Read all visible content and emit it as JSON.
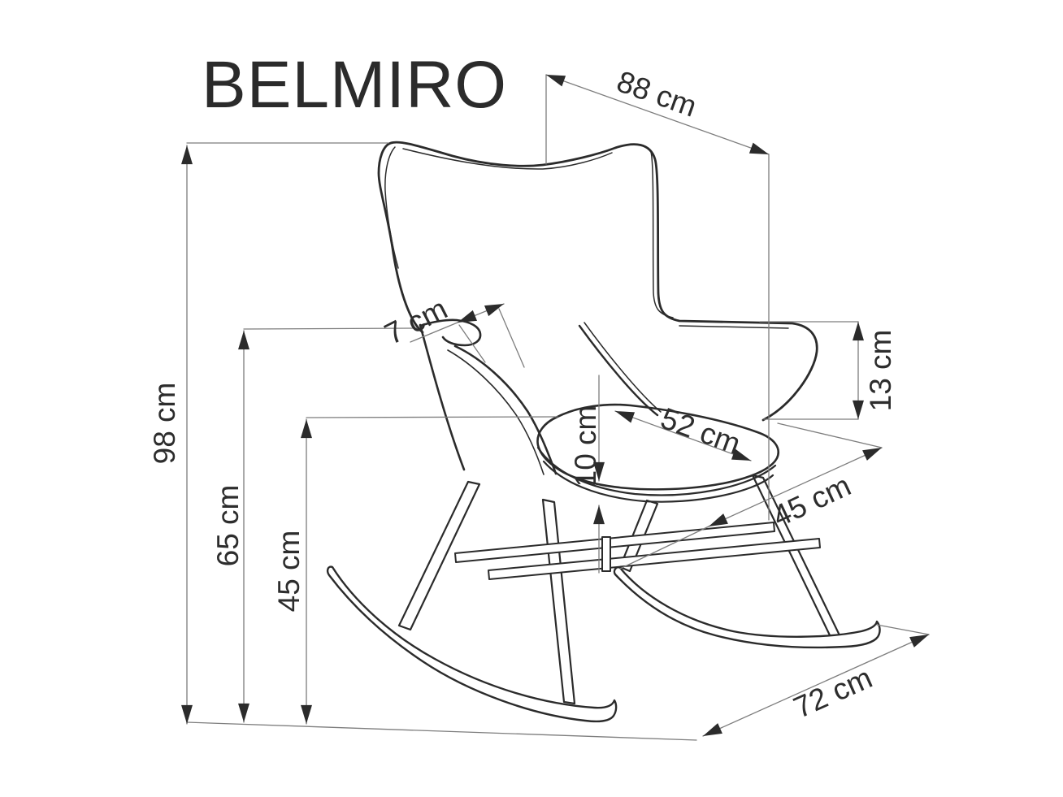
{
  "title": "BELMIRO",
  "colors": {
    "line": "#2b2b2b",
    "dimension_line": "#7d7d7d",
    "label": "#2d2d2d",
    "background": "#ffffff"
  },
  "dimensions": {
    "depth_overall": {
      "text": "88 cm"
    },
    "height_overall": {
      "text": "98 cm"
    },
    "armrest_height": {
      "text": "65 cm"
    },
    "seat_height": {
      "text": "45 cm"
    },
    "armrest_width": {
      "text": "7 cm"
    },
    "backrest_above_armrest": {
      "text": "13 cm"
    },
    "seat_cushion_thickness": {
      "text": "10 cm"
    },
    "seat_width": {
      "text": "52 cm"
    },
    "seat_depth": {
      "text": "45 cm"
    },
    "runner_length": {
      "text": "72 cm"
    }
  }
}
